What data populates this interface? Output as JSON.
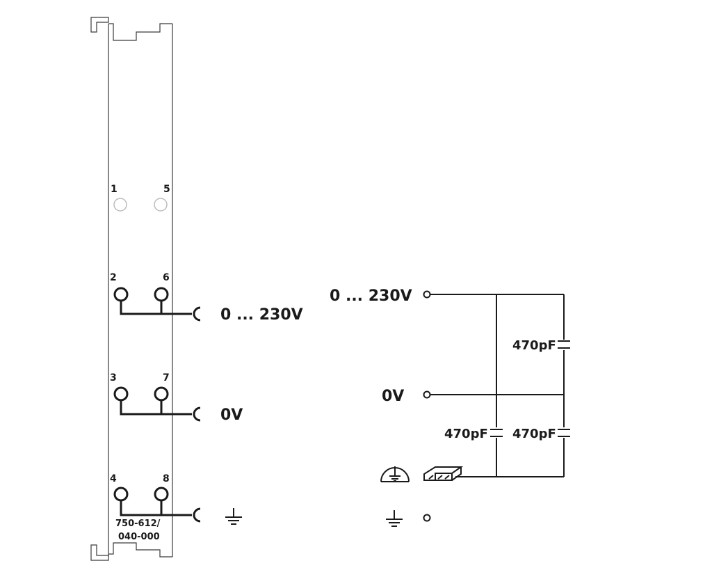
{
  "module": {
    "part_number_line1": "750-612/",
    "part_number_line2": "040-000",
    "terminals_unused": [
      "1",
      "5"
    ],
    "terminals_supply": [
      "2",
      "6"
    ],
    "terminals_zero": [
      "3",
      "7"
    ],
    "terminals_ground": [
      "4",
      "8"
    ]
  },
  "labels": {
    "supply": "0 ... 230V",
    "zero": "0V"
  },
  "schematic": {
    "supply_label": "0 ... 230V",
    "zero_label": "0V",
    "capacitor_top": "470pF",
    "capacitor_bottom_left": "470pF",
    "capacitor_bottom_right": "470pF"
  },
  "colors": {
    "module_outline": "#3a3a3a",
    "wiring": "#1a1a1a",
    "unused_terminal": "#bdbdbd"
  }
}
